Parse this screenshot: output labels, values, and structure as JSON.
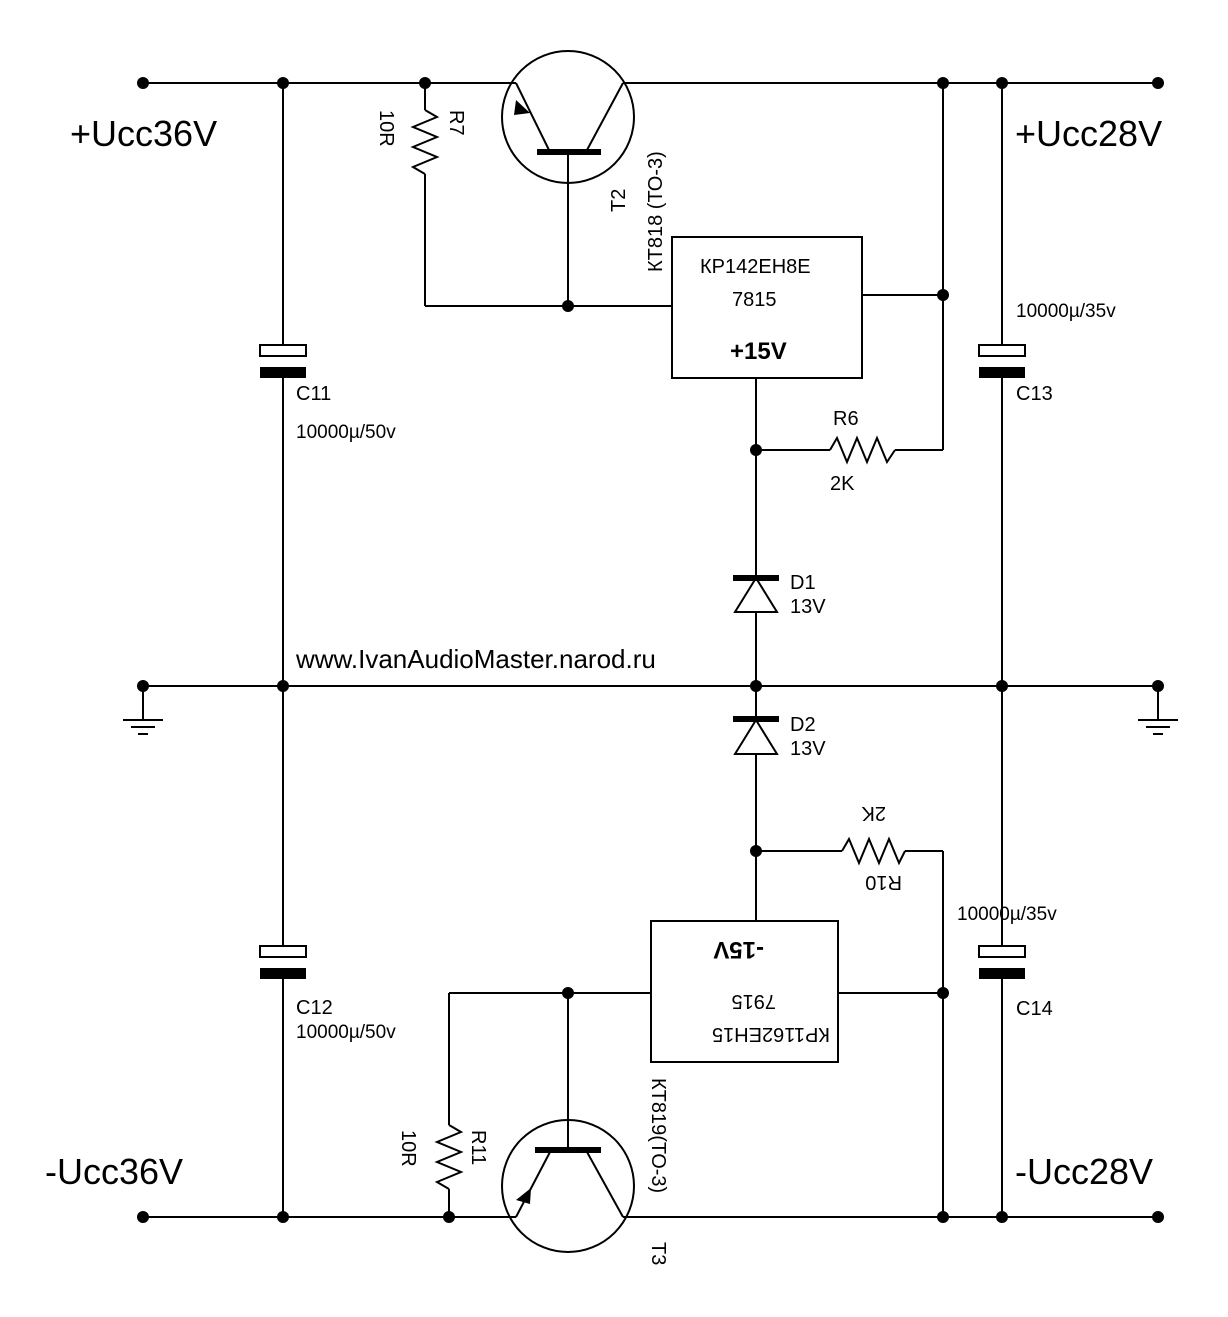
{
  "rails": {
    "top_left": "+Ucc36V",
    "top_right": "+Ucc28V",
    "bottom_left": "-Ucc36V",
    "bottom_right": "-Ucc28V"
  },
  "website": "www.IvanAudioMaster.narod.ru",
  "components": {
    "t2": {
      "ref": "T2",
      "type": "КТ818 (ТО-3)"
    },
    "t3": {
      "ref": "T3",
      "type": "КТ819(ТО-3)"
    },
    "r7": {
      "ref": "R7",
      "value": "10R"
    },
    "r11": {
      "ref": "R11",
      "value": "10R"
    },
    "r6": {
      "ref": "R6",
      "value": "2K"
    },
    "r10": {
      "ref": "R10",
      "value": "2K"
    },
    "c11": {
      "ref": "C11",
      "value": "10000µ/50v"
    },
    "c12": {
      "ref": "C12",
      "value": "10000µ/50v"
    },
    "c13": {
      "ref": "C13",
      "value": "10000µ/35v"
    },
    "c14": {
      "ref": "C14",
      "value": "10000µ/35v"
    },
    "d1": {
      "ref": "D1",
      "value": "13V"
    },
    "d2": {
      "ref": "D2",
      "value": "13V"
    },
    "u_pos": {
      "part": "КР142ЕН8Е",
      "code": "7815",
      "output": "+15V"
    },
    "u_neg": {
      "part": "КР1162ЕН15",
      "code": "7915",
      "output": "-15V"
    }
  }
}
